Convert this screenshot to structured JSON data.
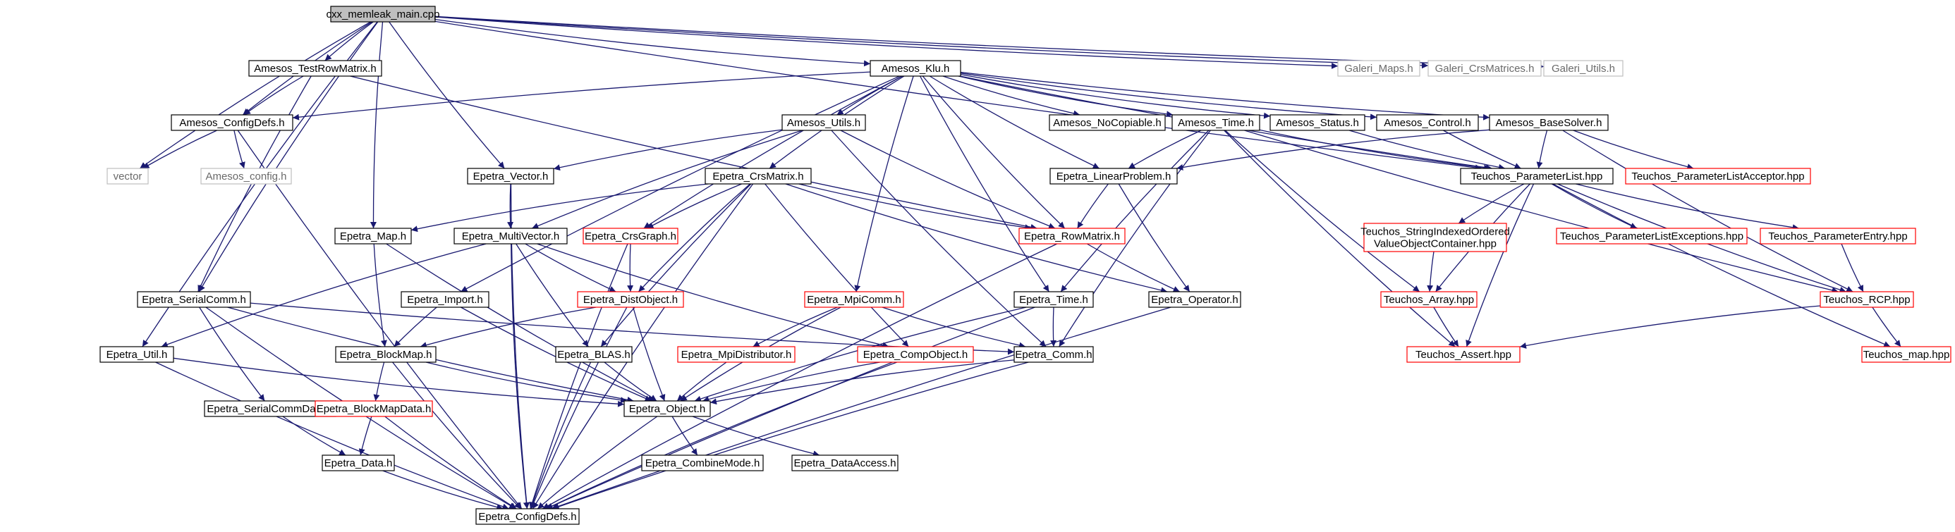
{
  "colors": {
    "edge": "#191970",
    "root_fill": "#bfbfbf",
    "box_black": "#000000",
    "box_red": "#ff0000",
    "box_gray": "#bfbfbf",
    "text_gray": "#6a6a6a"
  },
  "nodes": [
    {
      "id": "root",
      "label": "cxx_memleak_main.cpp",
      "style": "root"
    },
    {
      "id": "testrow",
      "label": "Amesos_TestRowMatrix.h",
      "style": "black"
    },
    {
      "id": "klu",
      "label": "Amesos_Klu.h",
      "style": "black"
    },
    {
      "id": "gmaps",
      "label": "Galeri_Maps.h",
      "style": "gray"
    },
    {
      "id": "gcrs",
      "label": "Galeri_CrsMatrices.h",
      "style": "gray"
    },
    {
      "id": "gutils",
      "label": "Galeri_Utils.h",
      "style": "gray"
    },
    {
      "id": "aconfig",
      "label": "Amesos_ConfigDefs.h",
      "style": "black"
    },
    {
      "id": "autils",
      "label": "Amesos_Utils.h",
      "style": "black"
    },
    {
      "id": "nocop",
      "label": "Amesos_NoCopiable.h",
      "style": "black"
    },
    {
      "id": "atime",
      "label": "Amesos_Time.h",
      "style": "black"
    },
    {
      "id": "astatus",
      "label": "Amesos_Status.h",
      "style": "black"
    },
    {
      "id": "acontrol",
      "label": "Amesos_Control.h",
      "style": "black"
    },
    {
      "id": "abase",
      "label": "Amesos_BaseSolver.h",
      "style": "black"
    },
    {
      "id": "vector",
      "label": "vector",
      "style": "gray"
    },
    {
      "id": "amconfig",
      "label": "Amesos_config.h",
      "style": "gray"
    },
    {
      "id": "evector",
      "label": "Epetra_Vector.h",
      "style": "black"
    },
    {
      "id": "ecrs",
      "label": "Epetra_CrsMatrix.h",
      "style": "black"
    },
    {
      "id": "elinprob",
      "label": "Epetra_LinearProblem.h",
      "style": "black"
    },
    {
      "id": "tplist",
      "label": "Teuchos_ParameterList.hpp",
      "style": "black"
    },
    {
      "id": "tplacc",
      "label": "Teuchos_ParameterListAcceptor.hpp",
      "style": "red"
    },
    {
      "id": "emap",
      "label": "Epetra_Map.h",
      "style": "black"
    },
    {
      "id": "emv",
      "label": "Epetra_MultiVector.h",
      "style": "black"
    },
    {
      "id": "ecrsg",
      "label": "Epetra_CrsGraph.h",
      "style": "red"
    },
    {
      "id": "erowm",
      "label": "Epetra_RowMatrix.h",
      "style": "red"
    },
    {
      "id": "tsiovoc",
      "label": "Teuchos_StringIndexedOrdered\nValueObjectContainer.hpp",
      "style": "red"
    },
    {
      "id": "tplexc",
      "label": "Teuchos_ParameterListExceptions.hpp",
      "style": "red"
    },
    {
      "id": "tpentry",
      "label": "Teuchos_ParameterEntry.hpp",
      "style": "red"
    },
    {
      "id": "eserial",
      "label": "Epetra_SerialComm.h",
      "style": "black"
    },
    {
      "id": "eimport",
      "label": "Epetra_Import.h",
      "style": "black"
    },
    {
      "id": "edist",
      "label": "Epetra_DistObject.h",
      "style": "red"
    },
    {
      "id": "empicomm",
      "label": "Epetra_MpiComm.h",
      "style": "red"
    },
    {
      "id": "etime",
      "label": "Epetra_Time.h",
      "style": "black"
    },
    {
      "id": "eop",
      "label": "Epetra_Operator.h",
      "style": "black"
    },
    {
      "id": "tarray",
      "label": "Teuchos_Array.hpp",
      "style": "red"
    },
    {
      "id": "trcp",
      "label": "Teuchos_RCP.hpp",
      "style": "red"
    },
    {
      "id": "eutil",
      "label": "Epetra_Util.h",
      "style": "black"
    },
    {
      "id": "ebmap",
      "label": "Epetra_BlockMap.h",
      "style": "black"
    },
    {
      "id": "eblas",
      "label": "Epetra_BLAS.h",
      "style": "black"
    },
    {
      "id": "empidist",
      "label": "Epetra_MpiDistributor.h",
      "style": "red"
    },
    {
      "id": "ecompobj",
      "label": "Epetra_CompObject.h",
      "style": "red"
    },
    {
      "id": "ecomm",
      "label": "Epetra_Comm.h",
      "style": "black"
    },
    {
      "id": "tassert",
      "label": "Teuchos_Assert.hpp",
      "style": "red"
    },
    {
      "id": "tmap",
      "label": "Teuchos_map.hpp",
      "style": "red"
    },
    {
      "id": "eserialdata",
      "label": "Epetra_SerialCommData.h",
      "style": "black"
    },
    {
      "id": "ebmapdata",
      "label": "Epetra_BlockMapData.h",
      "style": "red"
    },
    {
      "id": "eobject",
      "label": "Epetra_Object.h",
      "style": "black"
    },
    {
      "id": "edata",
      "label": "Epetra_Data.h",
      "style": "black"
    },
    {
      "id": "ecombine",
      "label": "Epetra_CombineMode.h",
      "style": "black"
    },
    {
      "id": "edataacc",
      "label": "Epetra_DataAccess.h",
      "style": "black"
    },
    {
      "id": "econfig",
      "label": "Epetra_ConfigDefs.h",
      "style": "black"
    }
  ],
  "edges": [
    [
      "root",
      "testrow"
    ],
    [
      "root",
      "klu"
    ],
    [
      "root",
      "gmaps"
    ],
    [
      "root",
      "gcrs"
    ],
    [
      "root",
      "gutils"
    ],
    [
      "root",
      "aconfig"
    ],
    [
      "root",
      "vector"
    ],
    [
      "root",
      "eutil"
    ],
    [
      "root",
      "eserial"
    ],
    [
      "root",
      "emap"
    ],
    [
      "root",
      "evector"
    ],
    [
      "root",
      "tplist"
    ],
    [
      "testrow",
      "aconfig"
    ],
    [
      "testrow",
      "eserial"
    ],
    [
      "testrow",
      "erowm"
    ],
    [
      "klu",
      "aconfig"
    ],
    [
      "klu",
      "autils"
    ],
    [
      "klu",
      "nocop"
    ],
    [
      "klu",
      "atime"
    ],
    [
      "klu",
      "astatus"
    ],
    [
      "klu",
      "acontrol"
    ],
    [
      "klu",
      "abase"
    ],
    [
      "klu",
      "ecrs"
    ],
    [
      "klu",
      "elinprob"
    ],
    [
      "klu",
      "eimport"
    ],
    [
      "klu",
      "empicomm"
    ],
    [
      "klu",
      "etime"
    ],
    [
      "klu",
      "ecrsg"
    ],
    [
      "klu",
      "tplist"
    ],
    [
      "klu",
      "erowm"
    ],
    [
      "aconfig",
      "vector"
    ],
    [
      "aconfig",
      "amconfig"
    ],
    [
      "aconfig",
      "econfig"
    ],
    [
      "autils",
      "evector"
    ],
    [
      "autils",
      "emv"
    ],
    [
      "autils",
      "erowm"
    ],
    [
      "autils",
      "ecomm"
    ],
    [
      "atime",
      "elinprob"
    ],
    [
      "atime",
      "tplist"
    ],
    [
      "atime",
      "etime"
    ],
    [
      "atime",
      "ecomm"
    ],
    [
      "atime",
      "tarray"
    ],
    [
      "atime",
      "tassert"
    ],
    [
      "atime",
      "trcp"
    ],
    [
      "astatus",
      "tplist"
    ],
    [
      "acontrol",
      "tplist"
    ],
    [
      "abase",
      "tplist"
    ],
    [
      "abase",
      "tplacc"
    ],
    [
      "abase",
      "elinprob"
    ],
    [
      "abase",
      "trcp"
    ],
    [
      "evector",
      "emv"
    ],
    [
      "evector",
      "econfig"
    ],
    [
      "ecrs",
      "emap"
    ],
    [
      "ecrs",
      "ecrsg"
    ],
    [
      "ecrs",
      "erowm"
    ],
    [
      "ecrs",
      "edist"
    ],
    [
      "ecrs",
      "eblas"
    ],
    [
      "ecrs",
      "ecompobj"
    ],
    [
      "ecrs",
      "eop"
    ],
    [
      "ecrs",
      "econfig"
    ],
    [
      "elinprob",
      "erowm"
    ],
    [
      "elinprob",
      "eop"
    ],
    [
      "tplist",
      "tsiovoc"
    ],
    [
      "tplist",
      "tplexc"
    ],
    [
      "tplist",
      "tpentry"
    ],
    [
      "tplist",
      "tarray"
    ],
    [
      "tplist",
      "tassert"
    ],
    [
      "tplist",
      "trcp"
    ],
    [
      "tplist",
      "tmap"
    ],
    [
      "emap",
      "ebmap"
    ],
    [
      "emap",
      "eobject"
    ],
    [
      "emv",
      "edist"
    ],
    [
      "emv",
      "eblas"
    ],
    [
      "emv",
      "ecompobj"
    ],
    [
      "emv",
      "eutil"
    ],
    [
      "emv",
      "econfig"
    ],
    [
      "ecrsg",
      "edist"
    ],
    [
      "ecrsg",
      "econfig"
    ],
    [
      "erowm",
      "eop"
    ],
    [
      "erowm",
      "econfig"
    ],
    [
      "tsiovoc",
      "tarray"
    ],
    [
      "tpentry",
      "trcp"
    ],
    [
      "eserial",
      "ecomm"
    ],
    [
      "eserial",
      "eserialdata"
    ],
    [
      "eserial",
      "eobject"
    ],
    [
      "eserial",
      "econfig"
    ],
    [
      "eimport",
      "ebmap"
    ],
    [
      "eimport",
      "eobject"
    ],
    [
      "edist",
      "ebmap"
    ],
    [
      "edist",
      "eobject"
    ],
    [
      "edist",
      "econfig"
    ],
    [
      "empicomm",
      "empidist"
    ],
    [
      "empicomm",
      "ecomm"
    ],
    [
      "empicomm",
      "eobject"
    ],
    [
      "etime",
      "ecomm"
    ],
    [
      "etime",
      "eobject"
    ],
    [
      "etime",
      "econfig"
    ],
    [
      "eop",
      "econfig"
    ],
    [
      "tarray",
      "tassert"
    ],
    [
      "trcp",
      "tassert"
    ],
    [
      "trcp",
      "tmap"
    ],
    [
      "eutil",
      "eobject"
    ],
    [
      "eutil",
      "econfig"
    ],
    [
      "ebmap",
      "ebmapdata"
    ],
    [
      "ebmap",
      "eobject"
    ],
    [
      "ebmap",
      "econfig"
    ],
    [
      "eblas",
      "eobject"
    ],
    [
      "eblas",
      "econfig"
    ],
    [
      "empidist",
      "eobject"
    ],
    [
      "ecompobj",
      "eobject"
    ],
    [
      "ecompobj",
      "econfig"
    ],
    [
      "ecomm",
      "eobject"
    ],
    [
      "ecomm",
      "econfig"
    ],
    [
      "eserialdata",
      "edata"
    ],
    [
      "ebmapdata",
      "edata"
    ],
    [
      "ebmapdata",
      "econfig"
    ],
    [
      "eobject",
      "ecombine"
    ],
    [
      "eobject",
      "edataacc"
    ],
    [
      "eobject",
      "econfig"
    ],
    [
      "edata",
      "econfig"
    ]
  ]
}
